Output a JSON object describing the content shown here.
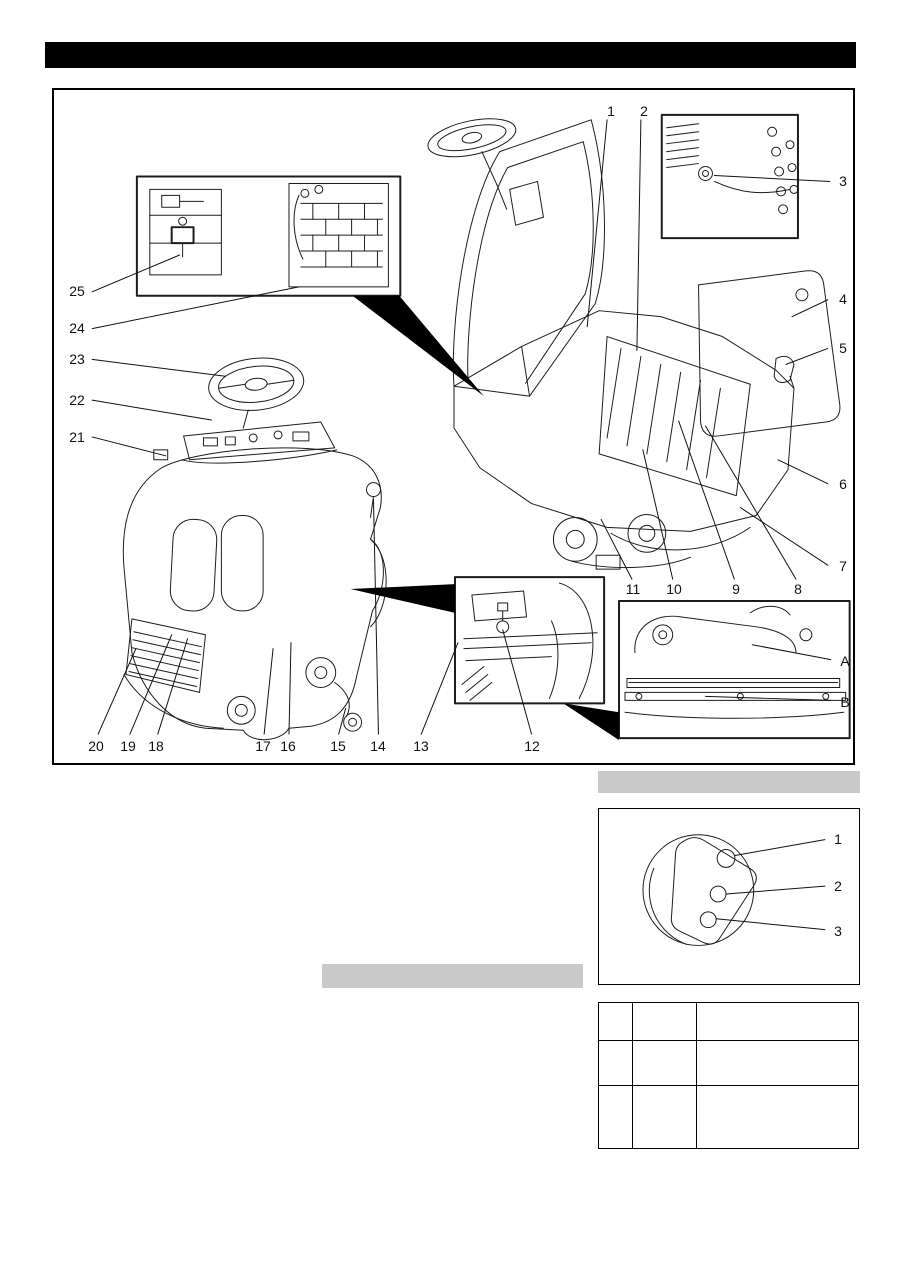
{
  "page": {
    "header_bar_label": ""
  },
  "main_diagram": {
    "callouts": [
      "1",
      "2",
      "3",
      "4",
      "5",
      "6",
      "7",
      "8",
      "9",
      "10",
      "11",
      "12",
      "13",
      "14",
      "15",
      "16",
      "17",
      "18",
      "19",
      "20",
      "21",
      "22",
      "23",
      "24",
      "25",
      "A",
      "B"
    ]
  },
  "section_bars": {
    "right_label": "",
    "left_label": ""
  },
  "detail_diagram": {
    "callouts": [
      "1",
      "2",
      "3"
    ]
  },
  "table": {
    "rows": [
      [
        "",
        "",
        ""
      ],
      [
        "",
        "",
        ""
      ],
      [
        "",
        "",
        ""
      ]
    ]
  }
}
